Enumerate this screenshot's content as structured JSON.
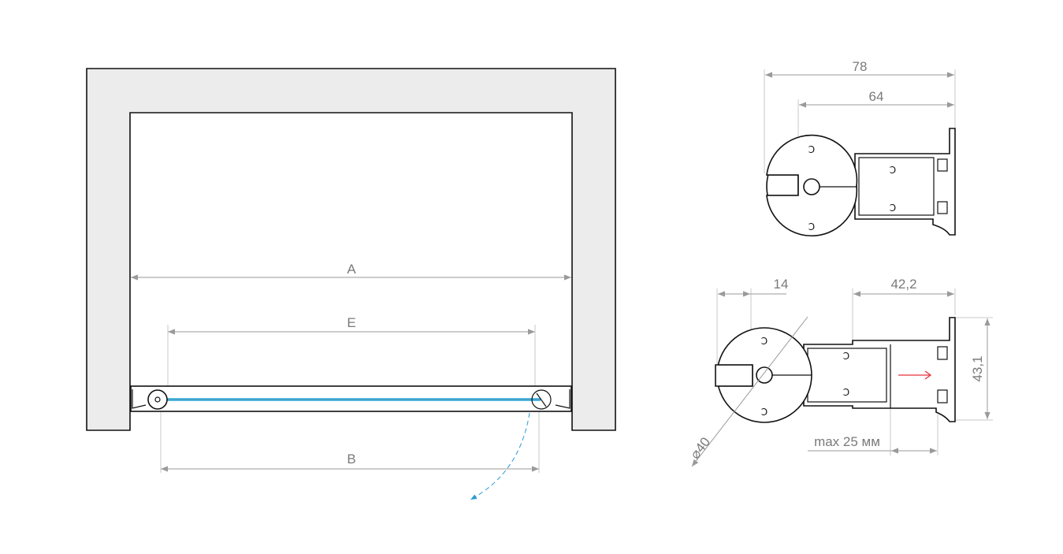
{
  "plan_view": {
    "dim_a": "A",
    "dim_e": "E",
    "dim_b": "B",
    "colors": {
      "wall": "#ececec",
      "glass": "#5bc0e8",
      "swing_arc": "#2a9ad6"
    }
  },
  "profile_top": {
    "dim_total": "78",
    "dim_inner": "64"
  },
  "profile_bottom": {
    "dim_slot": "14",
    "dim_profile": "42,2",
    "dim_height": "43,1",
    "dim_diameter": "⌀40",
    "dim_adjust": "max 25 мм",
    "colors": {
      "arrow": "#e8323a"
    }
  }
}
